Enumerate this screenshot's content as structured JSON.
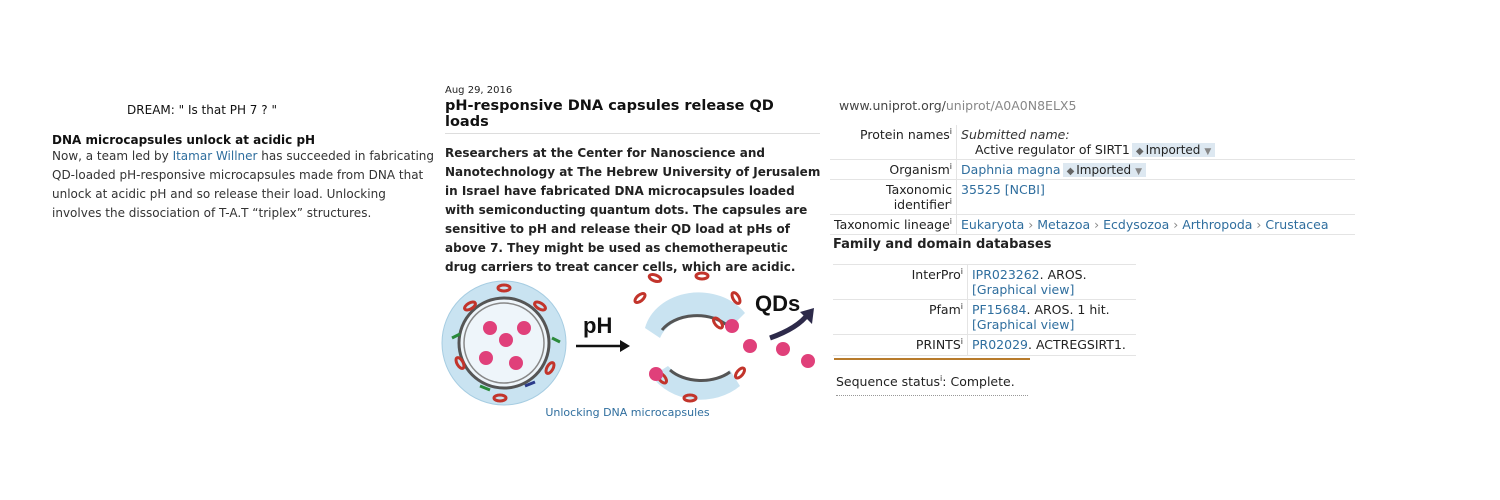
{
  "left": {
    "dream_title": "DREAM: \" Is that PH 7 ? \"",
    "heading": "DNA microcapsules unlock at acidic pH",
    "body_pre": "Now, a team led by ",
    "body_link": "Itamar Willner",
    "body_post": " has succeeded in fabricating QD-loaded pH-responsive microcapsules made from DNA that unlock at acidic pH and so release their load. Unlocking involves the dissociation of T-A.T “triplex” structures."
  },
  "middle": {
    "date": "Aug 29, 2016",
    "title": "pH-responsive DNA capsules release QD loads",
    "body": "Researchers at the Center for Nanoscience and Nanotechnology at The Hebrew University of Jerusalem in Israel have fabricated DNA microcapsules loaded with semiconducting quantum dots. The capsules are sensitive to pH and release their QD load at pHs of above 7. They might be used as chemotherapeutic drug carriers to treat cancer cells, which are acidic.",
    "figure_ph": "pH",
    "figure_qds": "QDs",
    "caption": "Unlocking DNA microcapsules"
  },
  "right": {
    "url_host": "www.uniprot.org/",
    "url_path": "uniprot/A0A0N8ELX5",
    "rows": {
      "protein_names_label": "Protein names",
      "submitted_name": "Submitted name:",
      "protein_value": "Active regulator of SIRT1",
      "imported": "Imported",
      "organism_label": "Organism",
      "organism_value": "Daphnia magna",
      "taxid_label_1": "Taxonomic",
      "taxid_label_2": "identifier",
      "taxid_value": "35525 [NCBI]",
      "lineage_label": "Taxonomic lineage",
      "lineage": [
        "Eukaryota",
        "Metazoa",
        "Ecdysozoa",
        "Arthropoda",
        "Crustacea"
      ]
    },
    "family_heading": "Family and domain databases",
    "family": {
      "interpro_label": "InterPro",
      "interpro_id": "IPR023262",
      "interpro_desc": ". AROS.",
      "graphical_view": "[Graphical view]",
      "pfam_label": "Pfam",
      "pfam_id": "PF15684",
      "pfam_desc": ". AROS. 1 hit.",
      "prints_label": "PRINTS",
      "prints_id": "PR02029",
      "prints_desc": ". ACTREGSIRT1."
    },
    "sequence_status_label": "Sequence status",
    "sequence_status_value": ": Complete."
  },
  "colors": {
    "link": "#2f6e9e",
    "tag_bg": "#dde8f1",
    "accent_line": "#b87b2c",
    "qd_pink": "#e0407a"
  }
}
